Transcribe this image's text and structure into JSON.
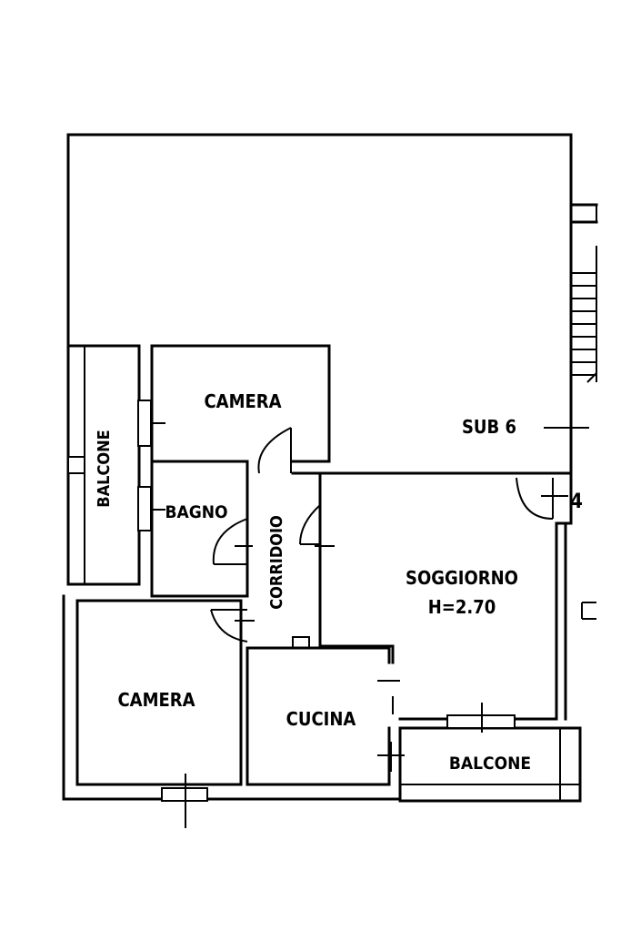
{
  "rooms": {
    "camera_top": "CAMERA",
    "balcone_left": "BALCONE",
    "bagno": "BAGNO",
    "corridoio": "CORRIDOIO",
    "sub": "SUB 6",
    "soggiorno": "SOGGIORNO",
    "height": "H=2.70",
    "camera_bottom": "CAMERA",
    "cucina": "CUCINA",
    "balcone_bottom": "BALCONE"
  },
  "door_number": "4"
}
